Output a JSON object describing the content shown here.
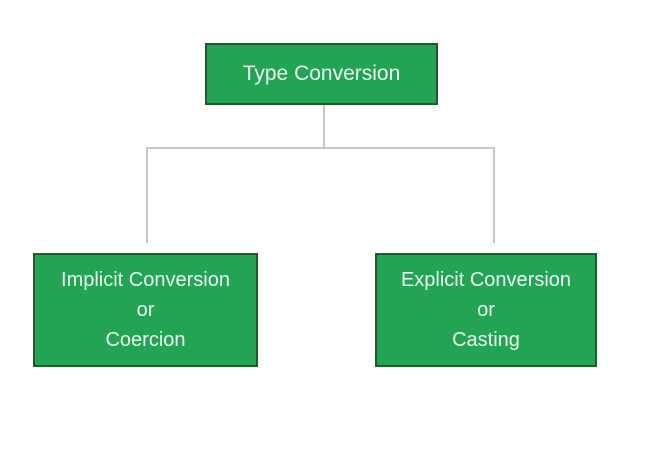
{
  "diagram": {
    "type": "tree",
    "background": "#ffffff",
    "colors": {
      "background": "#ffffff",
      "box_fill": "#23A455",
      "box_border": "#1D5B28",
      "box_text": "#EAF8EF",
      "connector": "#C7C7C7"
    },
    "nodes": {
      "root": {
        "label": "Type Conversion"
      },
      "left": {
        "lines": [
          "Implicit Conversion",
          "or",
          "Coercion"
        ]
      },
      "right": {
        "lines": [
          "Explicit Conversion",
          "or",
          "Casting"
        ]
      }
    },
    "edges": [
      {
        "from": "Type Conversion",
        "to": "Implicit Conversion or Coercion"
      },
      {
        "from": "Type Conversion",
        "to": "Explicit Conversion or Casting"
      }
    ]
  }
}
